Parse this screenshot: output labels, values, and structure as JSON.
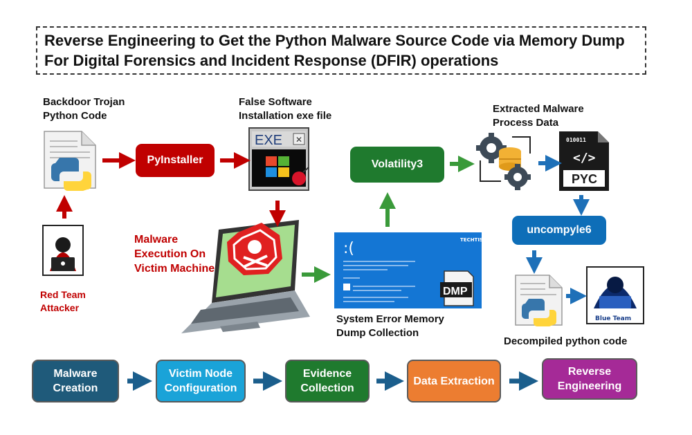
{
  "title": "Reverse Engineering to Get the Python Malware Source Code via Memory Dump For Digital Forensics and Incident Response (DFIR) operations",
  "labels": {
    "backdoor": "Backdoor Trojan Python Code",
    "false_software": "False Software Installation exe file",
    "extracted": "Extracted Malware Process Data",
    "malware_exec": "Malware Execution On Victim Machine",
    "red_team": "Red Team Attacker",
    "memory_dump": "System Error Memory Dump Collection",
    "decompiled": "Decompiled python code"
  },
  "tools": {
    "pyinstaller": "PyInstaller",
    "volatility": "Volatility3",
    "uncompyle": "uncompyle6"
  },
  "icons": {
    "exe_text": "EXE",
    "exe_close": "✕",
    "pyc_text": "PYC",
    "pyc_bits": "010011",
    "pyc_code": "</>",
    "dmp_text": "DMP",
    "bsod_face": ":(",
    "bsod_brand": "TECHTIS",
    "blue_team": "Blue Team"
  },
  "phases": [
    {
      "label": "Malware Creation",
      "color": "#1f5a7a"
    },
    {
      "label": "Victim Node Configuration",
      "color": "#1aa3d8"
    },
    {
      "label": "Evidence Collection",
      "color": "#1f7a2e"
    },
    {
      "label": "Data Extraction",
      "color": "#ec7d31"
    },
    {
      "label": "Reverse Engineering",
      "color": "#a52a97"
    }
  ],
  "colors": {
    "pyinstaller": "#c00000",
    "volatility": "#1f7a2e",
    "uncompyle": "#0e6eb8",
    "red_arrow": "#c00000",
    "green_arrow": "#3a9a3a",
    "blue_arrow": "#1e70b8"
  }
}
